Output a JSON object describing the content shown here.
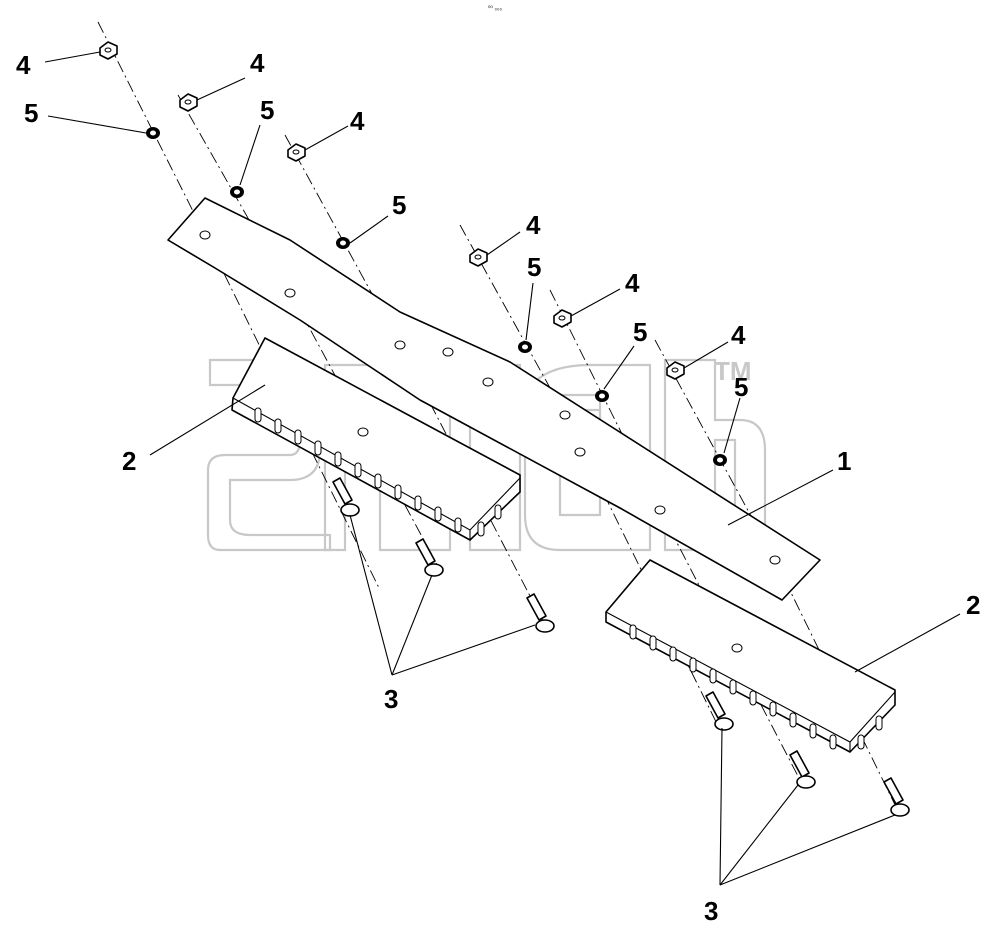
{
  "diagram": {
    "header_mark": "⁰⁰ ₀₀₀",
    "watermark": {
      "trademark": "TM"
    },
    "callouts": [
      {
        "id": "c-4a",
        "label": "4"
      },
      {
        "id": "c-4b",
        "label": "4"
      },
      {
        "id": "c-4c",
        "label": "4"
      },
      {
        "id": "c-4d",
        "label": "4"
      },
      {
        "id": "c-4e",
        "label": "4"
      },
      {
        "id": "c-4f",
        "label": "4"
      },
      {
        "id": "c-5a",
        "label": "5"
      },
      {
        "id": "c-5b",
        "label": "5"
      },
      {
        "id": "c-5c",
        "label": "5"
      },
      {
        "id": "c-5d",
        "label": "5"
      },
      {
        "id": "c-5e",
        "label": "5"
      },
      {
        "id": "c-5f",
        "label": "5"
      },
      {
        "id": "c-1",
        "label": "1"
      },
      {
        "id": "c-2a",
        "label": "2"
      },
      {
        "id": "c-2b",
        "label": "2"
      },
      {
        "id": "c-3a",
        "label": "3"
      },
      {
        "id": "c-3b",
        "label": "3"
      }
    ]
  }
}
